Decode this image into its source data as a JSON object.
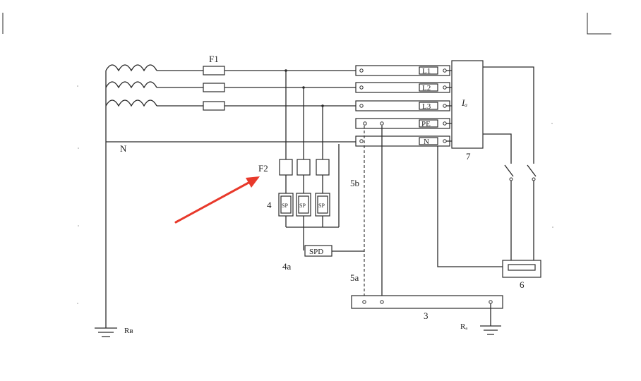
{
  "diagram": {
    "labels": {
      "F1": "F1",
      "N": "N",
      "F2": "F2",
      "spd_group": "4",
      "spd_module": "SP",
      "spd_box": "SPD",
      "label_4a": "4a",
      "label_5a": "5a",
      "label_5b": "5b",
      "busbar": "3",
      "rcd": "6",
      "device": "7",
      "device_symbol": "Iₐ",
      "terminal_L1": "L1",
      "terminal_L2": "L2",
      "terminal_L3": "L3",
      "terminal_PE": "PE",
      "terminal_N": "N",
      "RB": "Rʙ",
      "RA": "Rₐ"
    },
    "colors": {
      "ink": "#2b2b2b",
      "arrow": "#e8392b"
    }
  }
}
